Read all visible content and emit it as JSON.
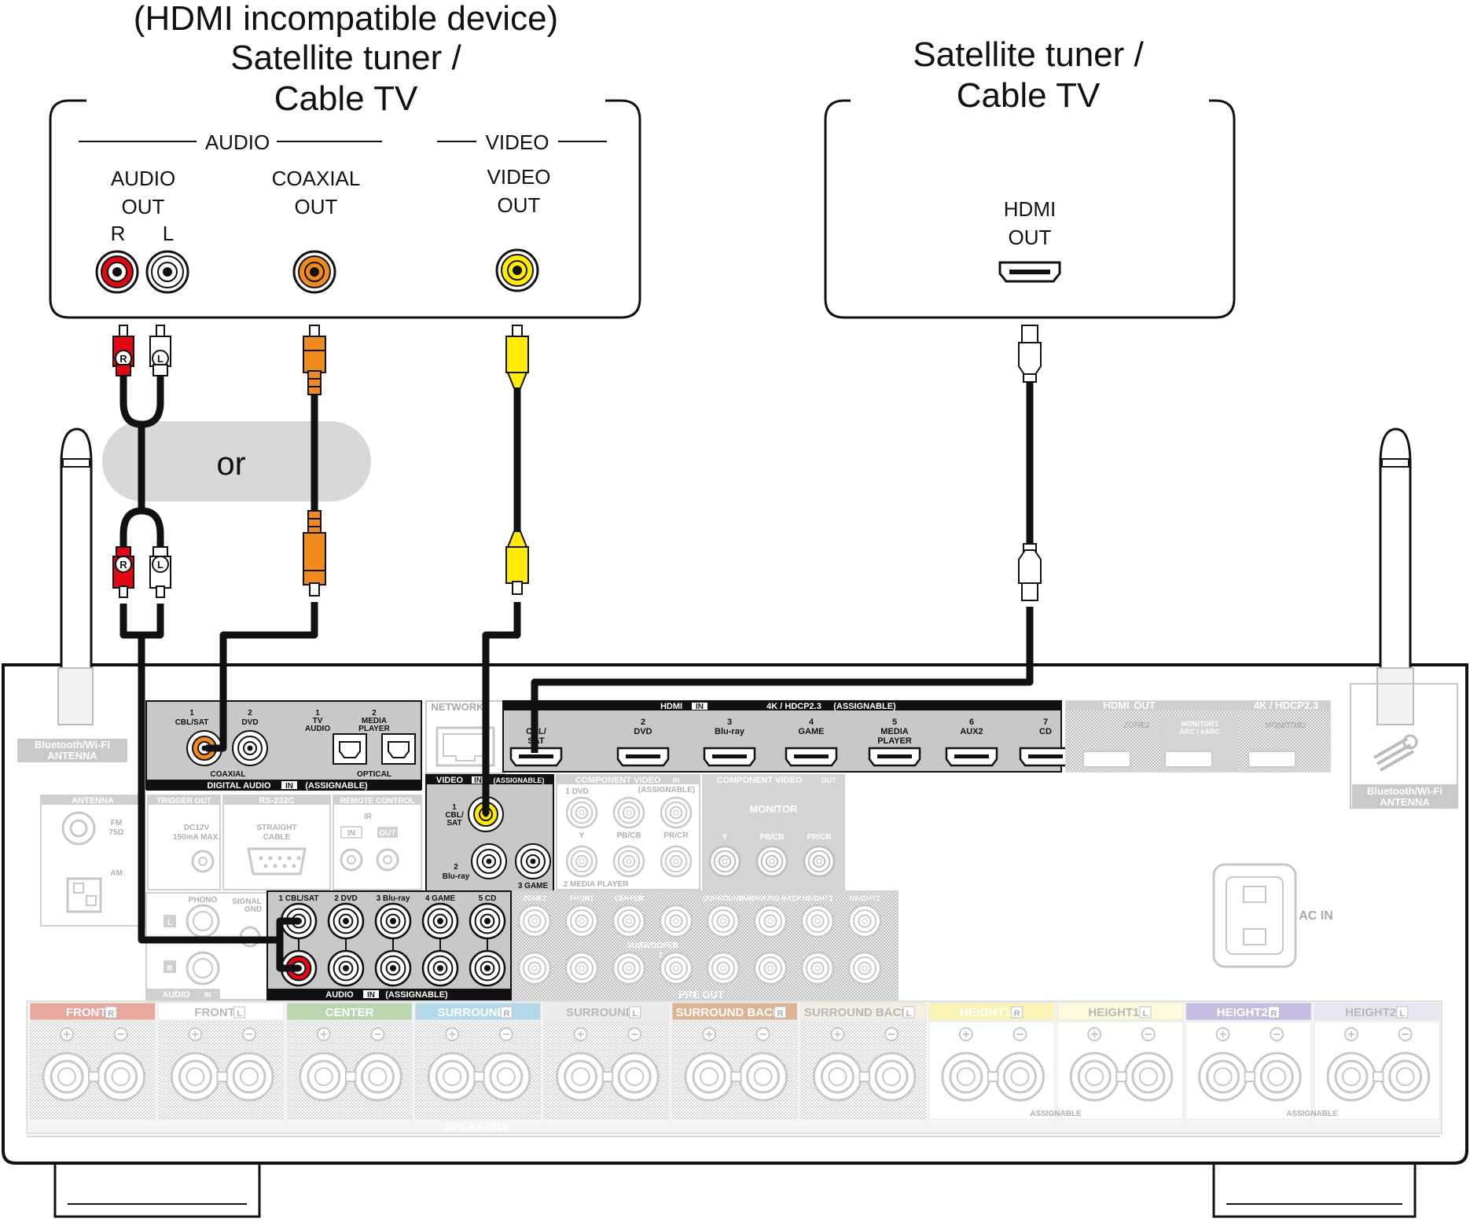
{
  "left_device": {
    "title_lines": [
      "(HDMI incompatible device)",
      "Satellite tuner /",
      "Cable TV"
    ],
    "audio_group": "AUDIO",
    "video_group": "VIDEO",
    "audio_out_lines": [
      "AUDIO",
      "OUT"
    ],
    "r": "R",
    "l": "L",
    "coaxial_out_lines": [
      "COAXIAL",
      "OUT"
    ],
    "video_out_lines": [
      "VIDEO",
      "OUT"
    ]
  },
  "right_device": {
    "title_lines": [
      "Satellite tuner /",
      "Cable TV"
    ],
    "hdmi_out_lines": [
      "HDMI",
      "OUT"
    ]
  },
  "or_label": "or",
  "plug_r": "R",
  "plug_l": "L",
  "receiver": {
    "antenna_label_lines": [
      "Bluetooth/Wi-Fi",
      "ANTENNA"
    ],
    "digital_audio": {
      "in1_lines": [
        "1",
        "CBL/SAT"
      ],
      "in2_lines": [
        "2",
        "DVD"
      ],
      "tv_lines": [
        "1",
        "TV",
        "AUDIO"
      ],
      "media_lines": [
        "2",
        "MEDIA",
        "PLAYER"
      ],
      "coaxial": "COAXIAL",
      "optical": "OPTICAL",
      "footer": "DIGITAL AUDIO",
      "in_tag": "IN",
      "assignable": "(ASSIGNABLE)"
    },
    "network": "NETWORK",
    "hdmi_in": {
      "header": "HDMI",
      "in_tag": "IN",
      "spec": "4K / HDCP2.3",
      "assignable": "(ASSIGNABLE)",
      "inputs": [
        {
          "lines": [
            "1",
            "CBL/",
            "SAT"
          ]
        },
        {
          "lines": [
            "2",
            "DVD"
          ]
        },
        {
          "lines": [
            "3",
            "Blu-ray"
          ]
        },
        {
          "lines": [
            "4",
            "GAME"
          ]
        },
        {
          "lines": [
            "5",
            "MEDIA",
            "PLAYER"
          ]
        },
        {
          "lines": [
            "6",
            "AUX2"
          ]
        },
        {
          "lines": [
            "7",
            "CD"
          ]
        }
      ]
    },
    "hdmi_out": {
      "header": "HDMI",
      "out_tag": "OUT",
      "spec": "4K / HDCP2.3",
      "zone2": "ZONE2",
      "monitor1_lines": [
        "MONITOR1",
        "ARC / eARC"
      ],
      "monitor2": "MONITOR2"
    },
    "video_in": {
      "header": "VIDEO",
      "in_tag": "IN",
      "assignable": "(ASSIGNABLE)",
      "in1_lines": [
        "1",
        "CBL/",
        "SAT"
      ],
      "in2_lines": [
        "2",
        "Blu-ray"
      ],
      "in3": "3 GAME"
    },
    "component_in": {
      "header": "COMPONENT VIDEO",
      "in_tag": "IN",
      "assignable": "(ASSIGNABLE)",
      "dvd": "1 DVD",
      "media": "2 MEDIA PLAYER",
      "y": "Y",
      "pb": "PB/CB",
      "pr": "PR/CR"
    },
    "component_out": {
      "header": "COMPONENT VIDEO",
      "out_tag": "OUT",
      "monitor": "MONITOR",
      "y": "Y",
      "pb": "PB/CB",
      "pr": "PR/CR"
    },
    "antenna": {
      "header": "ANTENNA",
      "fm_lines": [
        "FM",
        "75Ω"
      ],
      "am": "AM"
    },
    "trigger": {
      "header": "TRIGGER OUT",
      "spec_lines": [
        "DC12V",
        "150mA MAX."
      ]
    },
    "rs232c": {
      "header": "RS-232C",
      "cable_lines": [
        "STRAIGHT",
        "CABLE"
      ]
    },
    "remote": {
      "header": "REMOTE CONTROL",
      "ir": "IR",
      "in": "IN",
      "out": "OUT"
    },
    "phono": {
      "label": "PHONO",
      "l": "L",
      "r": "R",
      "signal_gnd_lines": [
        "SIGNAL",
        "GND"
      ]
    },
    "audio_in": {
      "inputs": [
        "1 CBL/SAT",
        "2 DVD",
        "3 Blu-ray",
        "4 GAME",
        "5 CD"
      ],
      "footer": "AUDIO",
      "in_tag": "IN",
      "assignable": "(ASSIGNABLE)",
      "left_footer": "AUDIO",
      "left_in_tag": "IN"
    },
    "pre_out": {
      "labels": [
        "ZONE2",
        "FRONT",
        "CENTER",
        "SURROUND",
        "SURROUND BACK",
        "HEIGHT1",
        "HEIGHT2"
      ],
      "subwoofer": "SUBWOOFER",
      "sub_nums": [
        "1",
        "2"
      ],
      "footer": "PRE OUT"
    },
    "ac_in": "AC IN",
    "speakers": {
      "channels": [
        {
          "name": "FRONT",
          "tag": "R",
          "color": "#e8a79c"
        },
        {
          "name": "FRONT",
          "tag": "L",
          "color": "#ffffff"
        },
        {
          "name": "CENTER",
          "tag": "",
          "color": "#b9d6b0"
        },
        {
          "name": "SURROUND",
          "tag": "R",
          "color": "#b3d8ea"
        },
        {
          "name": "SURROUND",
          "tag": "L",
          "color": "#ececec"
        },
        {
          "name": "SURROUND BACK",
          "tag": "R",
          "color": "#ddb393"
        },
        {
          "name": "SURROUND BACK",
          "tag": "L",
          "color": "#f3ede2"
        },
        {
          "name": "HEIGHT1",
          "tag": "R",
          "color": "#fbf3b3"
        },
        {
          "name": "HEIGHT1",
          "tag": "L",
          "color": "#fdf9dc"
        },
        {
          "name": "HEIGHT2",
          "tag": "R",
          "color": "#c7bde0"
        },
        {
          "name": "HEIGHT2",
          "tag": "L",
          "color": "#e8e4f2"
        }
      ],
      "assignable": "ASSIGNABLE",
      "footer": "SPEAKERS"
    }
  },
  "colors": {
    "jack_red": "#e30613",
    "jack_white": "#ffffff",
    "jack_orange": "#f18a1c",
    "jack_yellow": "#ffec00",
    "panel_dark": "#c8c8c8",
    "panel_light": "#e6e6e6",
    "outline": "#111111"
  }
}
